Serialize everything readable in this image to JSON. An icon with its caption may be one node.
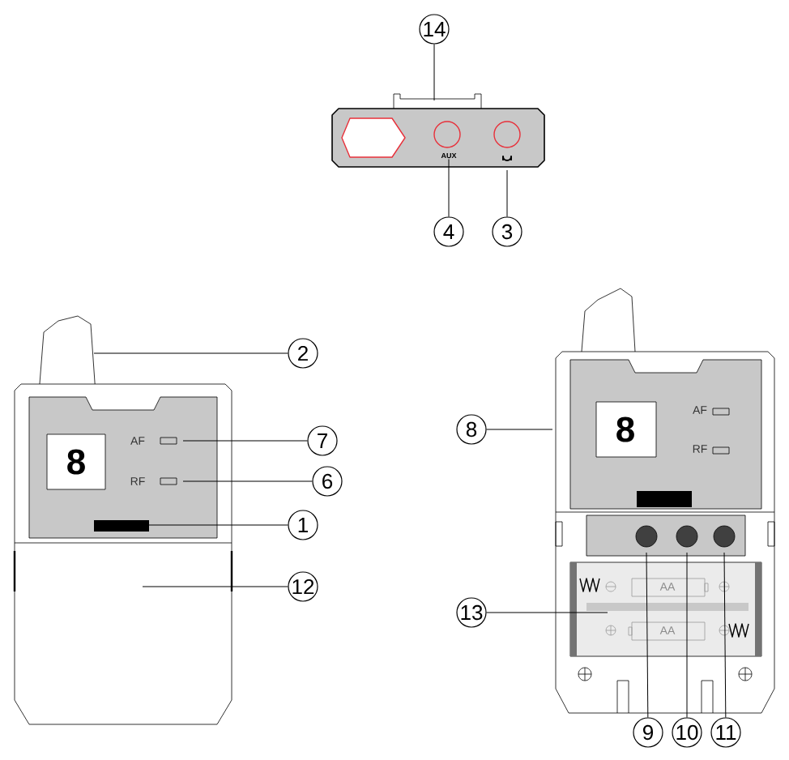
{
  "diagram": {
    "nodes": [
      {
        "text": [
          "14"
        ]
      },
      {
        "text": [
          "4"
        ]
      },
      {
        "text": [
          "3"
        ]
      },
      {
        "text": [
          "2"
        ]
      },
      {
        "text": [
          "7"
        ]
      },
      {
        "text": [
          "8"
        ]
      },
      {
        "text": [
          "6"
        ]
      },
      {
        "text": [
          "1"
        ]
      },
      {
        "text": [
          "12"
        ]
      },
      {
        "text": [
          "13"
        ]
      },
      {
        "text": [
          "9"
        ]
      },
      {
        "text": [
          "10"
        ]
      },
      {
        "text": [
          "11"
        ]
      },
      {
        "text": [
          "AUX"
        ]
      }
    ],
    "edges": [
      {
        "from": 0,
        "to": null,
        "arrow": "none"
      },
      {
        "from": 1,
        "to": 13,
        "arrow": "none"
      },
      {
        "from": 2,
        "to": null,
        "arrow": "none"
      },
      {
        "from": 3,
        "to": null,
        "arrow": "none"
      },
      {
        "from": 4,
        "to": null,
        "arrow": "none"
      },
      {
        "from": 5,
        "to": null,
        "arrow": "none"
      },
      {
        "from": 6,
        "to": null,
        "arrow": "none"
      },
      {
        "from": 7,
        "to": null,
        "arrow": "none"
      },
      {
        "from": 8,
        "to": null,
        "arrow": "none"
      },
      {
        "from": 9,
        "to": null,
        "arrow": "none"
      },
      {
        "from": 10,
        "to": null,
        "arrow": "none"
      },
      {
        "from": 11,
        "to": null,
        "arrow": "none"
      },
      {
        "from": 12,
        "to": null,
        "arrow": "none"
      }
    ],
    "labels": [
      "8",
      "AF",
      "RF",
      "8",
      "AF",
      "RF",
      "AA",
      "AA"
    ]
  }
}
